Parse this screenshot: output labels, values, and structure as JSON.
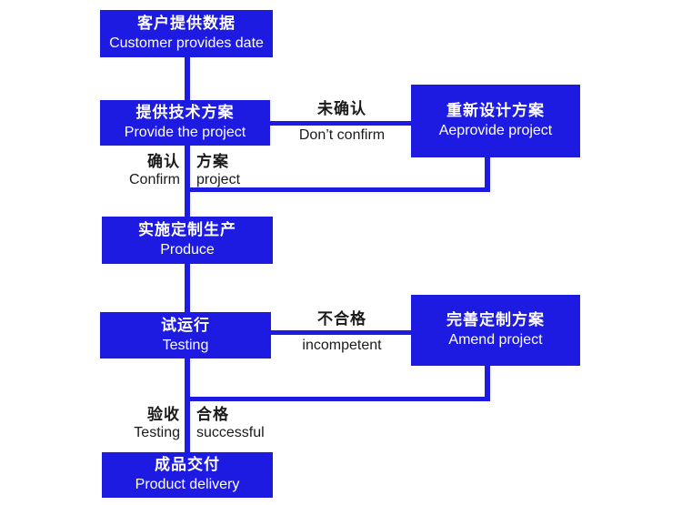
{
  "colors": {
    "node_fill": "#1d1ae1",
    "node_text": "#ffffff",
    "edge_line": "#1d1ae1",
    "label_text": "#1a1a1a",
    "background": "#ffffff"
  },
  "flowchart": {
    "nodes": [
      {
        "id": "customer-provides-data",
        "zh": "客户提供数据",
        "en": "Customer provides date"
      },
      {
        "id": "provide-the-project",
        "zh": "提供技术方案",
        "en": "Provide the project"
      },
      {
        "id": "redesign-project",
        "zh": "重新设计方案",
        "en": "Aeprovide project"
      },
      {
        "id": "produce",
        "zh": "实施定制生产",
        "en": "Produce"
      },
      {
        "id": "testing",
        "zh": "试运行",
        "en": "Testing"
      },
      {
        "id": "amend-project",
        "zh": "完善定制方案",
        "en": "Amend project"
      },
      {
        "id": "product-delivery",
        "zh": "成品交付",
        "en": "Product delivery"
      }
    ],
    "edge_labels": {
      "not_confirmed": {
        "zh": "未确认",
        "en": "Don’t  confirm"
      },
      "confirm": {
        "zh": "确认",
        "en": "Confirm"
      },
      "project": {
        "zh": "方案",
        "en": "project"
      },
      "incompetent": {
        "zh": "不合格",
        "en": "incompetent"
      },
      "acceptance": {
        "zh": "验收",
        "en": "Testing"
      },
      "successful": {
        "zh": "合格",
        "en": "successful"
      }
    }
  }
}
